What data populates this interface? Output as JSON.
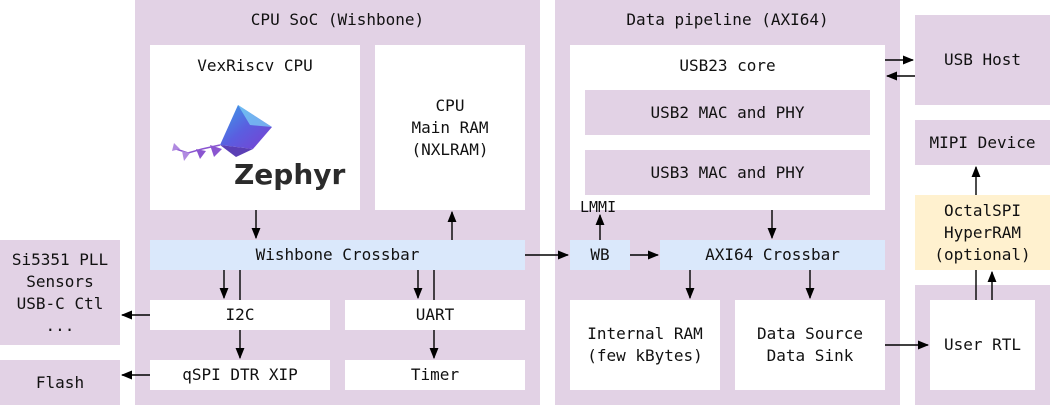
{
  "diagram": {
    "cpu_soc": {
      "title": "CPU SoC (Wishbone)",
      "cpu": "VexRiscv CPU",
      "logo_text": "Zephyr",
      "main_ram": "CPU\nMain RAM\n(NXLRAM)",
      "crossbar": "Wishbone Crossbar",
      "i2c": "I2C",
      "uart": "UART",
      "qspi": "qSPI DTR XIP",
      "timer": "Timer"
    },
    "data_pipeline": {
      "title": "Data pipeline (AXI64)",
      "usb_core": "USB23 core",
      "usb2": "USB2 MAC and PHY",
      "usb3": "USB3 MAC and PHY",
      "lmmi": "LMMI",
      "wb": "WB",
      "axi_crossbar": "AXI64 Crossbar",
      "internal_ram": "Internal RAM\n(few kBytes)",
      "data_source_sink": "Data Source\nData Sink"
    },
    "external": {
      "si5351": "Si5351 PLL\nSensors\nUSB-C Ctl\n...",
      "flash": "Flash",
      "usb_host": "USB Host",
      "mipi": "MIPI Device",
      "octalspi": "OctalSPI\nHyperRAM\n(optional)",
      "user_rtl": "User RTL"
    },
    "colors": {
      "region": "#e2d2e5",
      "bus": "#dae8fb",
      "optional": "#fff1cf",
      "block": "#ffffff"
    }
  }
}
